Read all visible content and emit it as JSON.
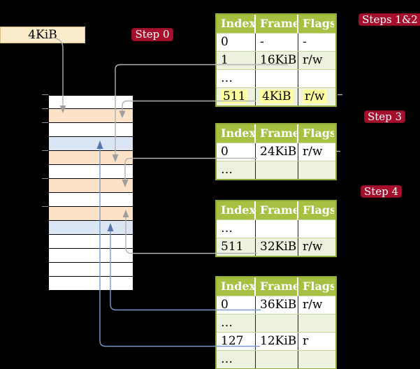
{
  "root_pointer": {
    "label": "4KiB"
  },
  "badges": {
    "step0": "Step 0",
    "steps12": "Steps 1&2",
    "step3": "Step 3",
    "step4": "Step 4"
  },
  "table_headers": [
    "Index",
    "Frame",
    "Flags"
  ],
  "page_tables": [
    {
      "name": "page-table-steps-1-2",
      "rows": [
        {
          "index": "0",
          "frame": "-",
          "flags": "-"
        },
        {
          "index": "1",
          "frame": "16KiB",
          "flags": "r/w"
        },
        {
          "index": "…",
          "frame": "",
          "flags": ""
        },
        {
          "index": "511",
          "frame": "4KiB",
          "flags": "r/w"
        }
      ]
    },
    {
      "name": "page-table-step-3",
      "rows": [
        {
          "index": "0",
          "frame": "24KiB",
          "flags": "r/w"
        },
        {
          "index": "…",
          "frame": "",
          "flags": ""
        }
      ]
    },
    {
      "name": "page-table-step-4",
      "rows": [
        {
          "index": "…",
          "frame": "",
          "flags": ""
        },
        {
          "index": "511",
          "frame": "32KiB",
          "flags": "r/w"
        }
      ]
    },
    {
      "name": "page-table-last-level",
      "rows": [
        {
          "index": "0",
          "frame": "36KiB",
          "flags": "r/w"
        },
        {
          "index": "…",
          "frame": "",
          "flags": ""
        },
        {
          "index": "127",
          "frame": "12KiB",
          "flags": "r"
        },
        {
          "index": "…",
          "frame": "",
          "flags": ""
        }
      ]
    }
  ],
  "memory": {
    "rows": [
      {
        "shade": "white"
      },
      {
        "shade": "peach"
      },
      {
        "shade": "white"
      },
      {
        "shade": "blue"
      },
      {
        "shade": "peach"
      },
      {
        "shade": "white"
      },
      {
        "shade": "peach"
      },
      {
        "shade": "white"
      },
      {
        "shade": "peach"
      },
      {
        "shade": "blue"
      },
      {
        "shade": "white"
      },
      {
        "shade": "white"
      },
      {
        "shade": "white"
      },
      {
        "shade": "white"
      }
    ]
  },
  "arrows": [
    {
      "color": "gray",
      "from": "root-4KiB-box",
      "to": "memory-peach-row-2"
    },
    {
      "color": "gray",
      "from": "table1-row-1-16KiB",
      "to": "memory-peach-row-5"
    },
    {
      "color": "gray",
      "from": "table1-row-511-4KiB",
      "to": "memory-peach-row-2"
    },
    {
      "color": "gray",
      "from": "table2-row-0-24KiB",
      "to": "memory-peach-row-7"
    },
    {
      "color": "gray",
      "from": "table3-row-511-32KiB",
      "to": "memory-peach-row-9"
    },
    {
      "color": "blue",
      "from": "table4-row-0-36KiB",
      "to": "memory-blue-row-10"
    },
    {
      "color": "blue",
      "from": "table4-row-127-12KiB",
      "to": "memory-blue-row-4"
    }
  ],
  "colors": {
    "background": "#000000",
    "table_header": "#a6c042",
    "table_border": "#8fac3b",
    "row_green": "#edf2de",
    "highlight_yellow": "#feff9e",
    "memory_peach": "#fce3c7",
    "memory_blue": "#dbe6f4",
    "root_box_fill": "#faecca",
    "badge_red": "#a60e2d",
    "wire_gray": "#b2b2b2",
    "wire_blue": "#7b99cc"
  }
}
